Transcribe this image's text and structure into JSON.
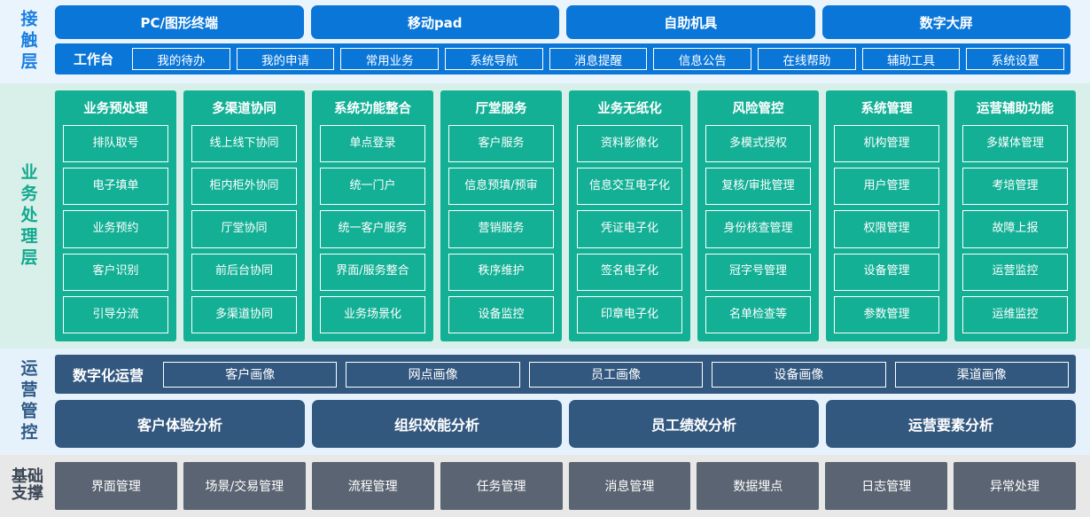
{
  "layers": {
    "contact": {
      "label": "接触层",
      "accent": "#0a76d8",
      "channels": [
        {
          "label": "PC/图形终端"
        },
        {
          "label": "移动pad"
        },
        {
          "label": "自助机具"
        },
        {
          "label": "数字大屏"
        }
      ],
      "nav_title": "工作台",
      "nav_items": [
        {
          "label": "我的待办"
        },
        {
          "label": "我的申请"
        },
        {
          "label": "常用业务"
        },
        {
          "label": "系统导航"
        },
        {
          "label": "消息提醒"
        },
        {
          "label": "信息公告"
        },
        {
          "label": "在线帮助"
        },
        {
          "label": "辅助工具"
        },
        {
          "label": "系统设置"
        }
      ]
    },
    "business": {
      "label": "业务处理层",
      "accent": "#14b096",
      "columns": [
        {
          "title": "业务预处理",
          "items": [
            {
              "label": "排队取号"
            },
            {
              "label": "电子填单"
            },
            {
              "label": "业务预约"
            },
            {
              "label": "客户识别"
            },
            {
              "label": "引导分流"
            }
          ]
        },
        {
          "title": "多渠道协同",
          "items": [
            {
              "label": "线上线下协同"
            },
            {
              "label": "柜内柜外协同"
            },
            {
              "label": "厅堂协同"
            },
            {
              "label": "前后台协同"
            },
            {
              "label": "多渠道协同"
            }
          ]
        },
        {
          "title": "系统功能整合",
          "items": [
            {
              "label": "单点登录"
            },
            {
              "label": "统一门户"
            },
            {
              "label": "统一客户服务"
            },
            {
              "label": "界面/服务整合"
            },
            {
              "label": "业务场景化"
            }
          ]
        },
        {
          "title": "厅堂服务",
          "items": [
            {
              "label": "客户服务"
            },
            {
              "label": "信息预填/预审",
              "two_line": true
            },
            {
              "label": "营销服务"
            },
            {
              "label": "秩序维护"
            },
            {
              "label": "设备监控"
            }
          ]
        },
        {
          "title": "业务无纸化",
          "items": [
            {
              "label": "资料影像化"
            },
            {
              "label": "信息交互电子化"
            },
            {
              "label": "凭证电子化"
            },
            {
              "label": "签名电子化"
            },
            {
              "label": "印章电子化"
            }
          ]
        },
        {
          "title": "风险管控",
          "items": [
            {
              "label": "多模式授权"
            },
            {
              "label": "复核/审批管理"
            },
            {
              "label": "身份核查管理"
            },
            {
              "label": "冠字号管理"
            },
            {
              "label": "名单检查等"
            }
          ]
        },
        {
          "title": "系统管理",
          "items": [
            {
              "label": "机构管理"
            },
            {
              "label": "用户管理"
            },
            {
              "label": "权限管理"
            },
            {
              "label": "设备管理"
            },
            {
              "label": "参数管理"
            }
          ]
        },
        {
          "title": "运营辅助功能",
          "items": [
            {
              "label": "多媒体管理"
            },
            {
              "label": "考培管理"
            },
            {
              "label": "故障上报"
            },
            {
              "label": "运营监控"
            },
            {
              "label": "运维监控"
            }
          ]
        }
      ]
    },
    "ops": {
      "label": "运营管控",
      "accent": "#33587f",
      "row1_title": "数字化运营",
      "row1_items": [
        {
          "label": "客户画像"
        },
        {
          "label": "网点画像"
        },
        {
          "label": "员工画像"
        },
        {
          "label": "设备画像"
        },
        {
          "label": "渠道画像"
        }
      ],
      "row2_items": [
        {
          "label": "客户体验分析"
        },
        {
          "label": "组织效能分析"
        },
        {
          "label": "员工绩效分析"
        },
        {
          "label": "运营要素分析"
        }
      ]
    },
    "base": {
      "label": "基础支撑",
      "accent": "#5b6472",
      "items": [
        {
          "label": "界面管理"
        },
        {
          "label": "场景/交易管理"
        },
        {
          "label": "流程管理"
        },
        {
          "label": "任务管理"
        },
        {
          "label": "消息管理"
        },
        {
          "label": "数据埋点"
        },
        {
          "label": "日志管理"
        },
        {
          "label": "异常处理"
        }
      ]
    }
  }
}
